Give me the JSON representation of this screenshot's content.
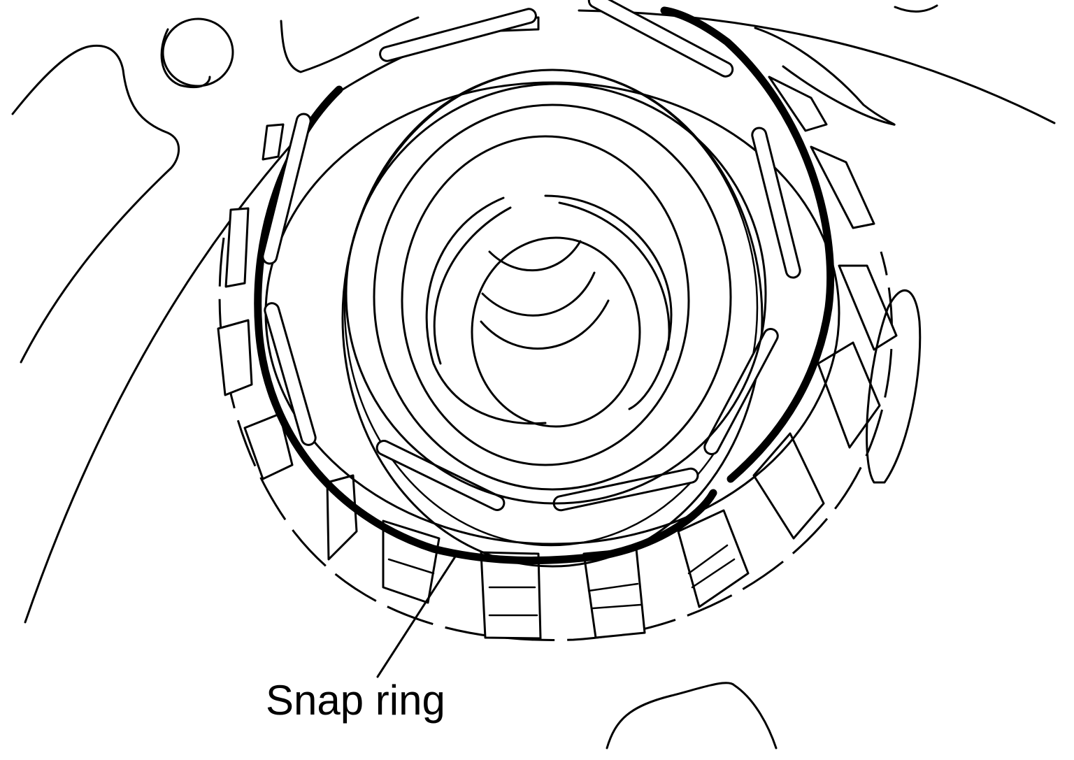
{
  "figure": {
    "type": "technical line drawing",
    "subject": "transmission clutch drum with snap ring",
    "colors": {
      "line": "#000000",
      "background": "#ffffff"
    }
  },
  "callouts": [
    {
      "id": "snap-ring",
      "label": "Snap ring",
      "leader_from": [
        540,
        970
      ],
      "leader_to": [
        655,
        790
      ]
    }
  ]
}
